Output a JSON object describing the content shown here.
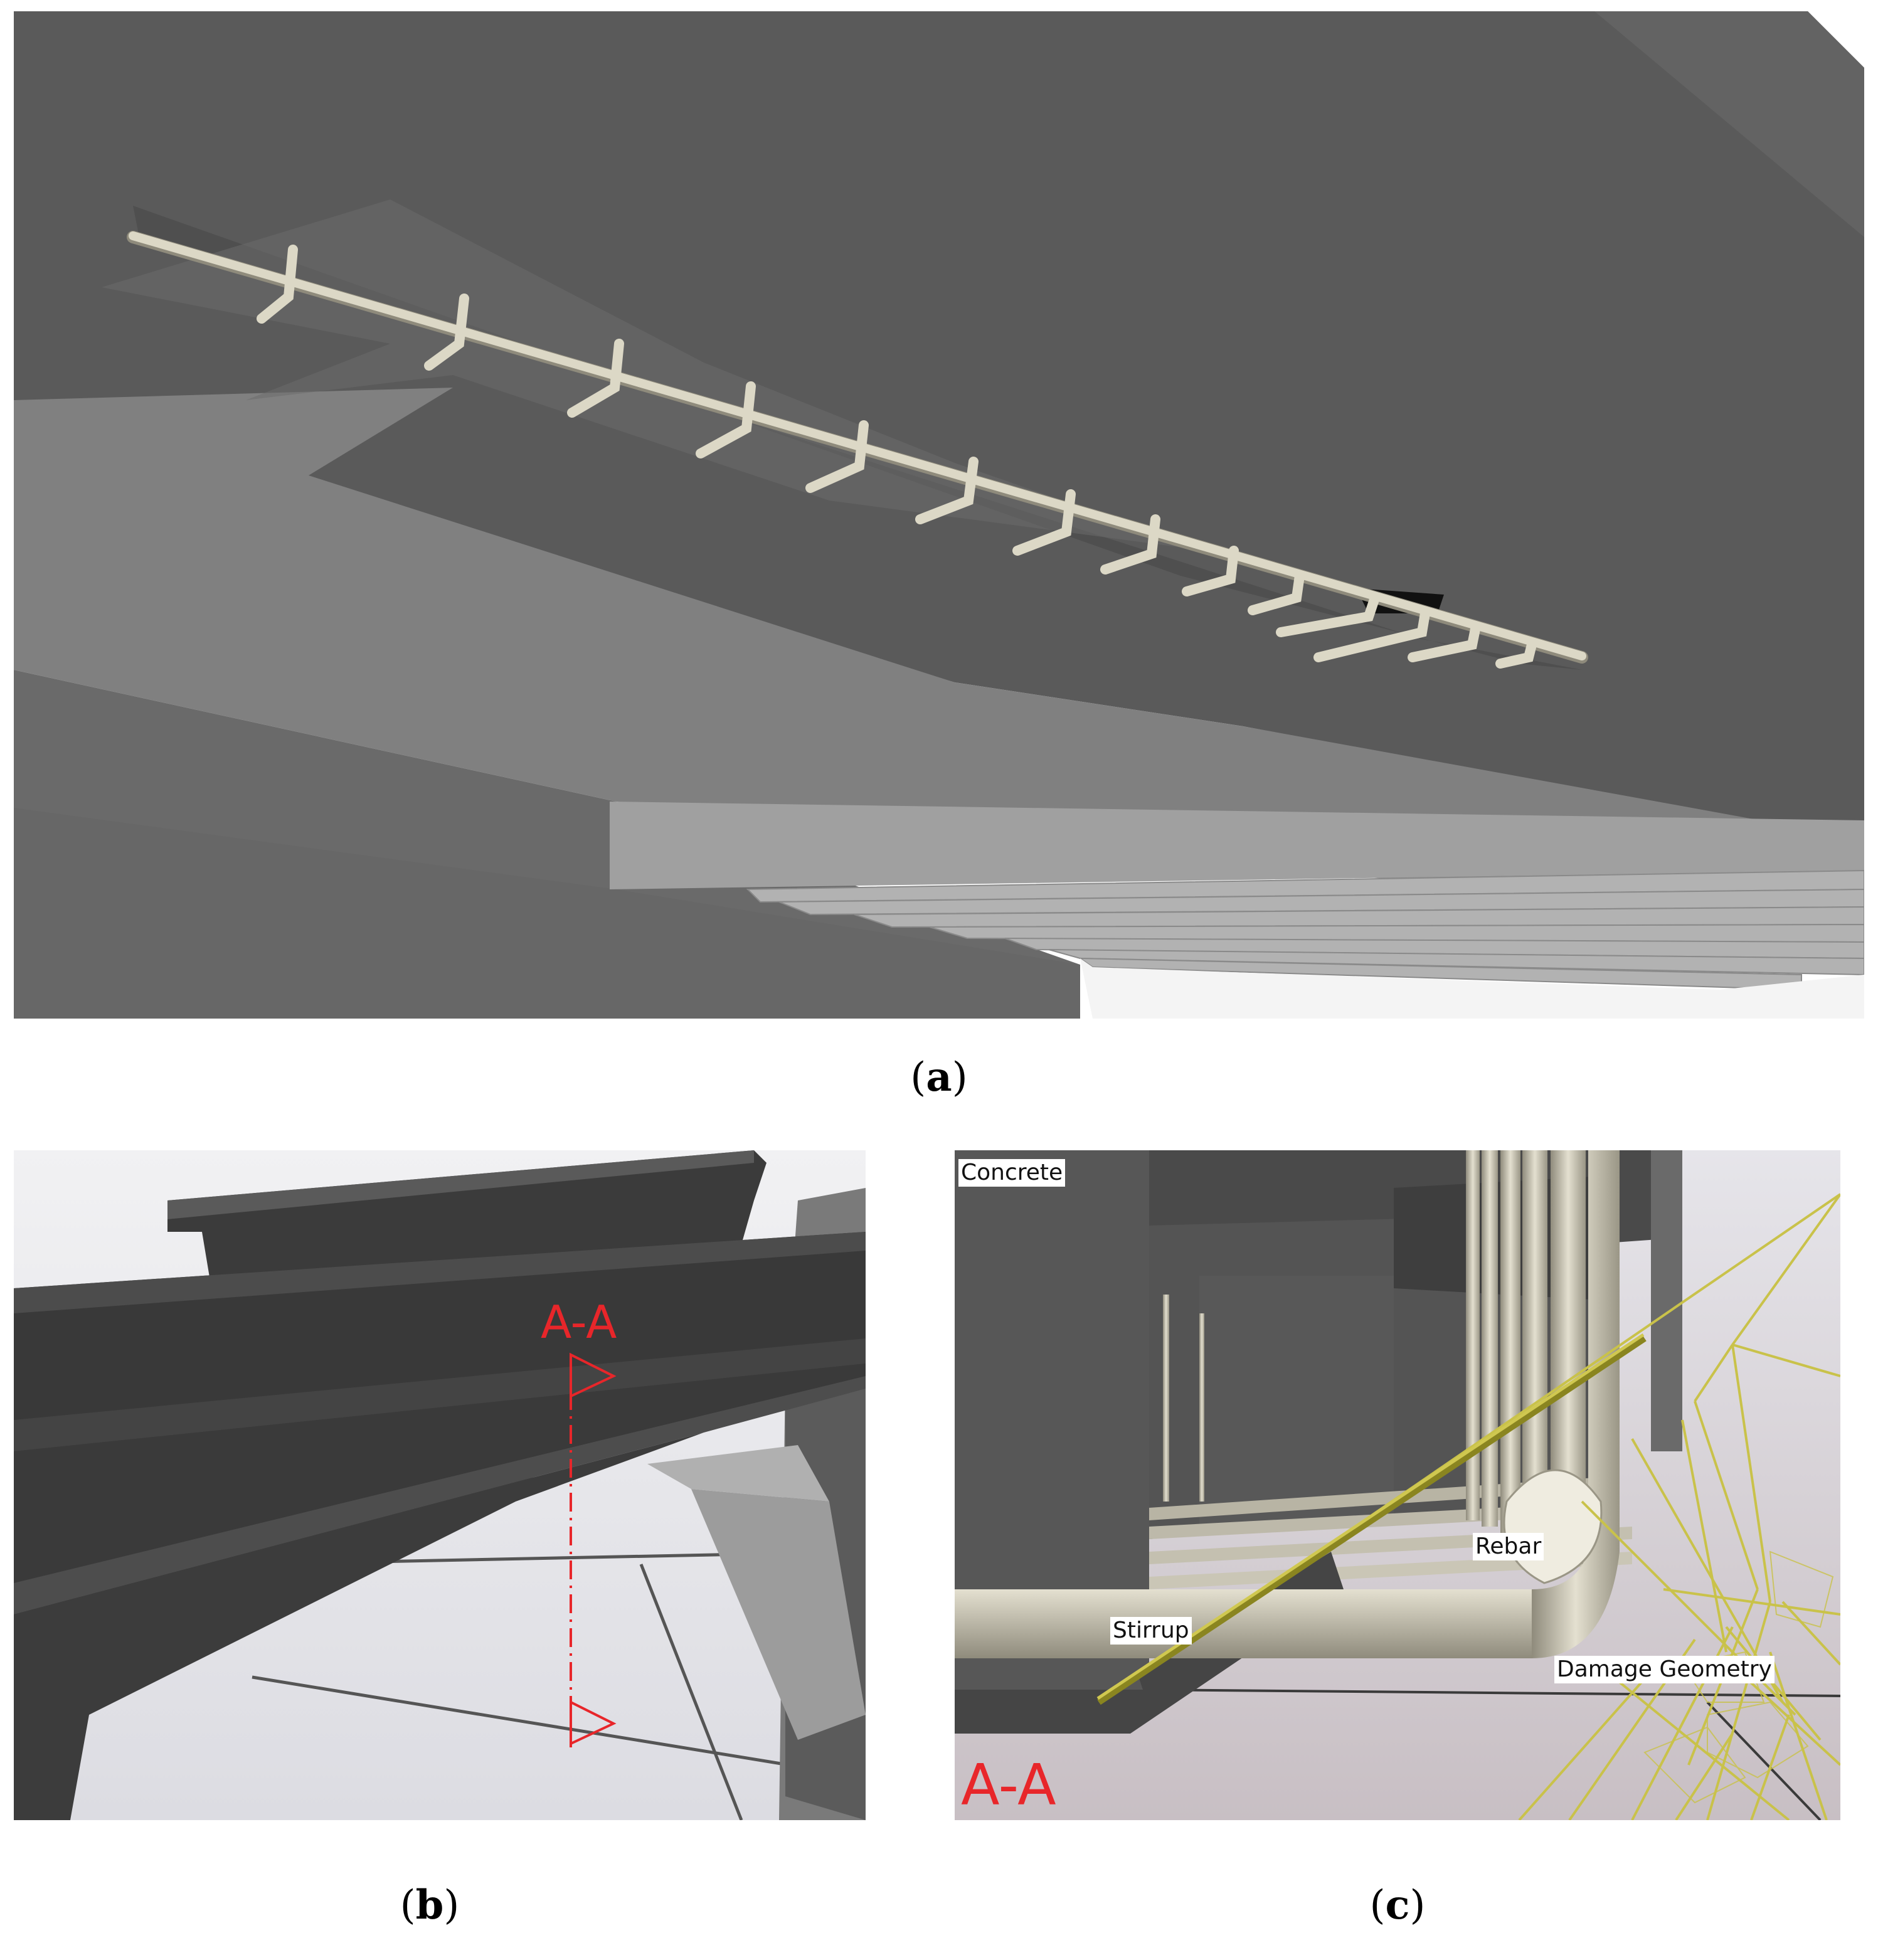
{
  "captions": {
    "a": "a",
    "b": "b",
    "c": "c"
  },
  "panel_b": {
    "section_label": "A-A"
  },
  "panel_c": {
    "section_label": "A-A",
    "labels": {
      "concrete": "Concrete",
      "rebar": "Rebar",
      "stirrup": "Stirrup",
      "damage_geometry": "Damage Geometry"
    }
  },
  "colors": {
    "concrete_dark": "#3a3a3a",
    "concrete_mid": "#5a5a5a",
    "concrete_light": "#9a9a9a",
    "rebar": "#ddd9c8",
    "damage_mesh": "#c9c24a",
    "section_marker": "#e8262a"
  }
}
